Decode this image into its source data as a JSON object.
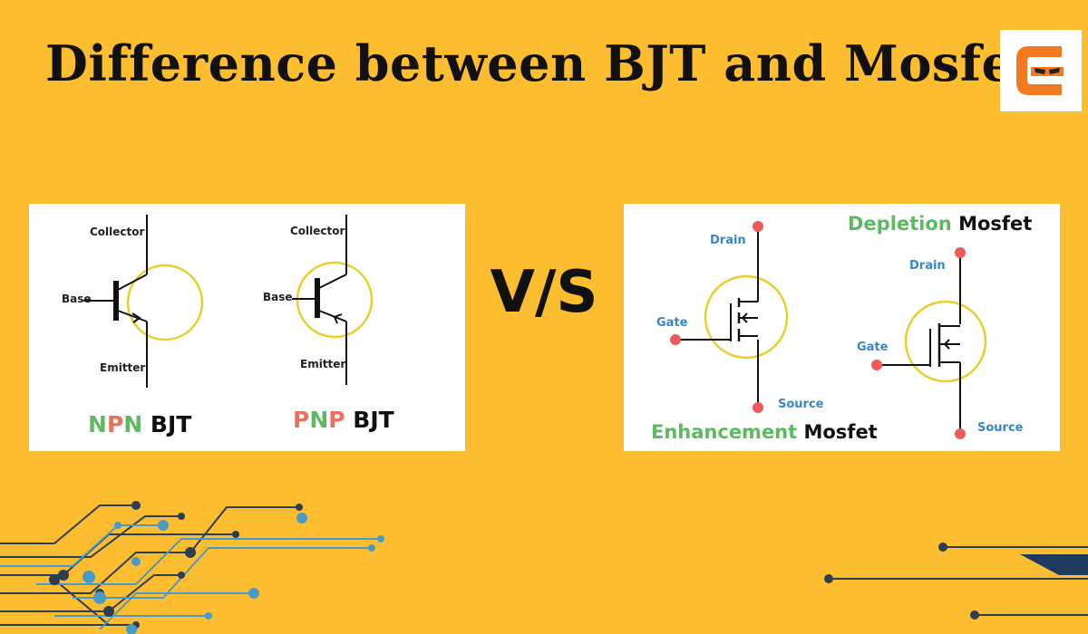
{
  "title": "Difference between BJT and Mosfet",
  "vs": "V/S",
  "colors": {
    "background": "#fdbd30",
    "green": "#5dba62",
    "salmon": "#e8725e",
    "blue_label": "#3a86c8",
    "circle": "#e7cf2e",
    "terminal_dot": "#ef5b5b",
    "logo_orange": "#f47a22",
    "circuit_dark": "#2c3e50",
    "circuit_blue": "#4a9ac8"
  },
  "logo": {
    "icon": "brand-logo-icon"
  },
  "bjt": {
    "npn": {
      "collector": "Collector",
      "base": "Base",
      "emitter": "Emitter",
      "caption": {
        "n1": "N",
        "p": "P",
        "n2": "N",
        "suffix": " BJT"
      }
    },
    "pnp": {
      "collector": "Collector",
      "base": "Base",
      "emitter": "Emitter",
      "caption": {
        "p1": "P",
        "n": "N",
        "p2": "P",
        "suffix": " BJT"
      }
    }
  },
  "mosfet": {
    "enhancement": {
      "drain": "Drain",
      "gate": "Gate",
      "source": "Source",
      "caption": {
        "highlight": "Enhancement",
        "suffix": " Mosfet"
      }
    },
    "depletion": {
      "drain": "Drain",
      "gate": "Gate",
      "source": "Source",
      "caption": {
        "highlight": "Depletion",
        "suffix": " Mosfet"
      }
    }
  }
}
